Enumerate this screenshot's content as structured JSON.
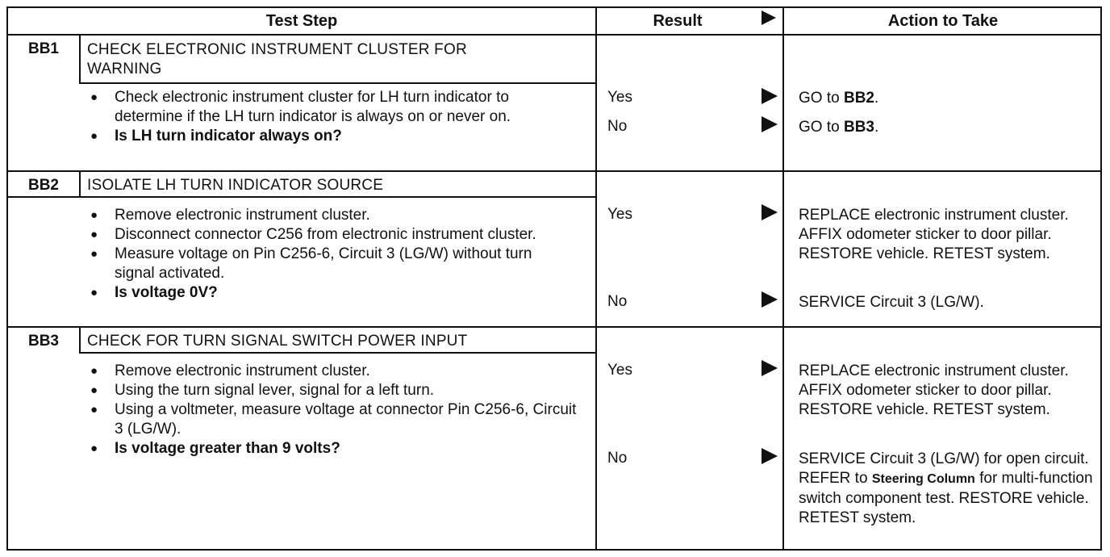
{
  "header": {
    "test_step": "Test Step",
    "result": "Result",
    "action": "Action to Take"
  },
  "steps": [
    {
      "id": "BB1",
      "title_lines": [
        "CHECK ELECTRONIC INSTRUMENT CLUSTER FOR",
        "WARNING"
      ],
      "bullets": [
        "Check electronic instrument cluster for LH turn indicator to determine if the LH turn indicator is always on or never on.",
        "Is LH turn indicator always on?"
      ],
      "results": [
        {
          "result": "Yes",
          "action_prefix": "GO to ",
          "action_bold": "BB2",
          "action_suffix": "."
        },
        {
          "result": "No",
          "action_prefix": "GO to ",
          "action_bold": "BB3",
          "action_suffix": "."
        }
      ]
    },
    {
      "id": "BB2",
      "title_lines": [
        "ISOLATE LH TURN INDICATOR SOURCE"
      ],
      "bullets": [
        "Remove electronic instrument cluster.",
        "Disconnect connector C256 from electronic instrument cluster.",
        "Measure voltage on Pin C256-6, Circuit 3 (LG/W) without turn signal activated.",
        "Is voltage 0V?"
      ],
      "results": [
        {
          "result": "Yes",
          "action": "REPLACE electronic instrument cluster. AFFIX odometer sticker to door pillar. RESTORE vehicle. RETEST system."
        },
        {
          "result": "No",
          "action": "SERVICE Circuit 3 (LG/W)."
        }
      ]
    },
    {
      "id": "BB3",
      "title_lines": [
        "CHECK FOR TURN SIGNAL SWITCH POWER INPUT"
      ],
      "bullets": [
        "Remove electronic instrument cluster.",
        "Using the turn signal lever, signal for a left turn.",
        "Using a voltmeter, measure voltage at connector Pin C256-6, Circuit 3 (LG/W).",
        "Is voltage greater than 9 volts?"
      ],
      "results": [
        {
          "result": "Yes",
          "action": "REPLACE electronic instrument cluster. AFFIX odometer sticker to door pillar. RESTORE vehicle. RETEST system."
        },
        {
          "result": "No",
          "action_prefix": "SERVICE Circuit 3 (LG/W) for open circuit. REFER to ",
          "action_ref": "Steering Column",
          "action_suffix": " for multi-function switch component test. RESTORE vehicle. RETEST system."
        }
      ]
    }
  ]
}
